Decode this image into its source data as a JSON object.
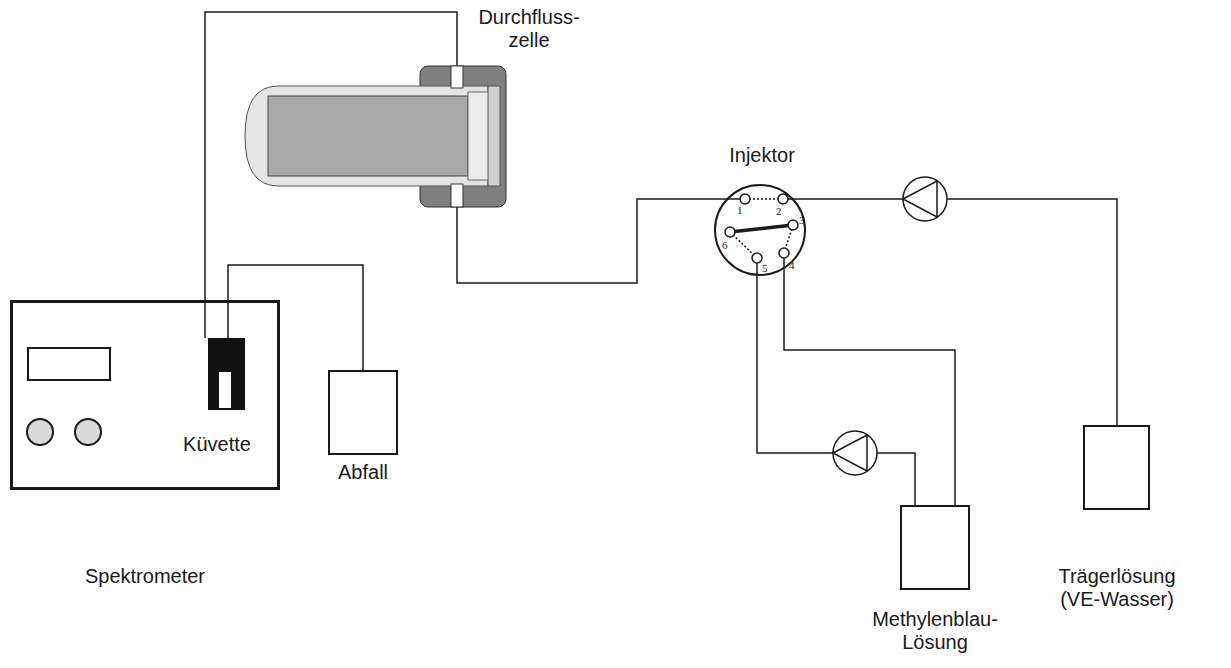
{
  "diagram": {
    "nodes": [
      {
        "text": [
          "Spektrometer"
        ]
      },
      {
        "text": [
          "Küvette"
        ],
        "in": 0
      },
      {
        "text": [
          "Abfall"
        ]
      },
      {
        "text": [
          "Durchfluss- zelle"
        ]
      },
      {
        "text": [
          "Injektor"
        ]
      },
      {
        "text": [
          "Methylenblau- Lösung"
        ]
      },
      {
        "text": [
          "Trägerlösung (VE-Wasser)"
        ]
      }
    ],
    "edges": [
      {
        "from": 6,
        "to": 4,
        "arrow": "none"
      },
      {
        "from": 4,
        "to": 3,
        "arrow": "none"
      },
      {
        "from": 3,
        "to": 1,
        "arrow": "none"
      },
      {
        "from": 1,
        "to": 2,
        "arrow": "none"
      },
      {
        "from": 5,
        "to": 4,
        "arrow": "none"
      },
      {
        "from": 4,
        "to": 5,
        "arrow": "none"
      }
    ],
    "labels": [
      "1",
      "2",
      "3",
      "4",
      "5",
      "6"
    ]
  }
}
